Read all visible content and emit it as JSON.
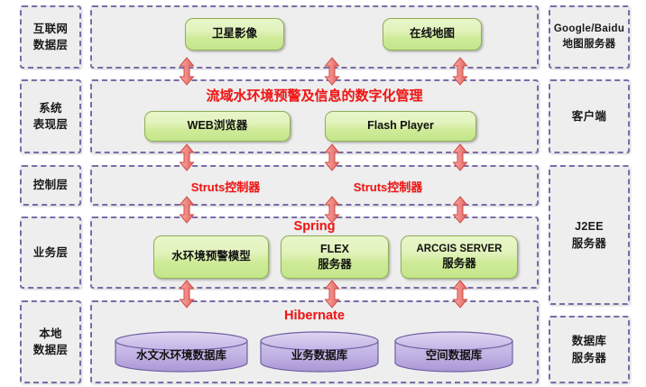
{
  "diagram": {
    "title": "流域水环境预警及信息的数字化管理",
    "colors": {
      "layer_border": "#7b6ba8",
      "layer_fill": "#eeeeee",
      "node_green_light": "#e8f6c9",
      "node_green_dark": "#c3e68a",
      "node_border": "#8fae55",
      "accent_red": "#f41414",
      "cylinder_fill": "#bfb0e0",
      "cylinder_border": "#7a6aa8",
      "arrow_fill": "#f08a86",
      "arrow_border": "#d4534c"
    },
    "left_column": [
      {
        "name": "internet-data-layer",
        "lines": [
          "互联网",
          "数据层"
        ]
      },
      {
        "name": "system-presentation-layer",
        "lines": [
          "系统",
          "表现层"
        ]
      },
      {
        "name": "control-layer",
        "lines": [
          "控制层"
        ]
      },
      {
        "name": "business-layer",
        "lines": [
          "业务层"
        ]
      },
      {
        "name": "local-data-layer",
        "lines": [
          "本地",
          "数据层"
        ]
      }
    ],
    "right_column": [
      {
        "name": "map-server",
        "lines": [
          "Google/Baidu",
          "地图服务器"
        ]
      },
      {
        "name": "client",
        "lines": [
          "客户端"
        ]
      },
      {
        "name": "j2ee-server",
        "lines": [
          "J2EE",
          "服务器"
        ]
      },
      {
        "name": "database-server",
        "lines": [
          "数据库",
          "服务器"
        ]
      }
    ],
    "internet_layer": {
      "nodes": [
        {
          "name": "satellite-imagery",
          "lines": [
            "卫星影像"
          ]
        },
        {
          "name": "online-map",
          "lines": [
            "在线地图"
          ]
        }
      ]
    },
    "presentation_layer": {
      "title": "流域水环境预警及信息的数字化管理",
      "nodes": [
        {
          "name": "web-browser",
          "lines": [
            "WEB浏览器"
          ]
        },
        {
          "name": "flash-player",
          "lines": [
            "Flash Player"
          ]
        }
      ]
    },
    "control_layer": {
      "labels": [
        {
          "name": "struts-controller-left",
          "text": "Struts控制器"
        },
        {
          "name": "struts-controller-right",
          "text": "Struts控制器"
        }
      ]
    },
    "business_layer": {
      "framework": "Spring",
      "nodes": [
        {
          "name": "water-env-warning-model",
          "lines": [
            "水环境预警模型"
          ]
        },
        {
          "name": "flex-server",
          "lines": [
            "FLEX",
            "服务器"
          ]
        },
        {
          "name": "arcgis-server",
          "lines": [
            "ARCGIS SERVER",
            "服务器"
          ]
        }
      ]
    },
    "data_layer": {
      "framework": "Hibernate",
      "databases": [
        {
          "name": "hydrology-water-env-db",
          "label": "水文水环境数据库"
        },
        {
          "name": "business-db",
          "label": "业务数据库"
        },
        {
          "name": "spatial-db",
          "label": "空间数据库"
        }
      ]
    }
  }
}
